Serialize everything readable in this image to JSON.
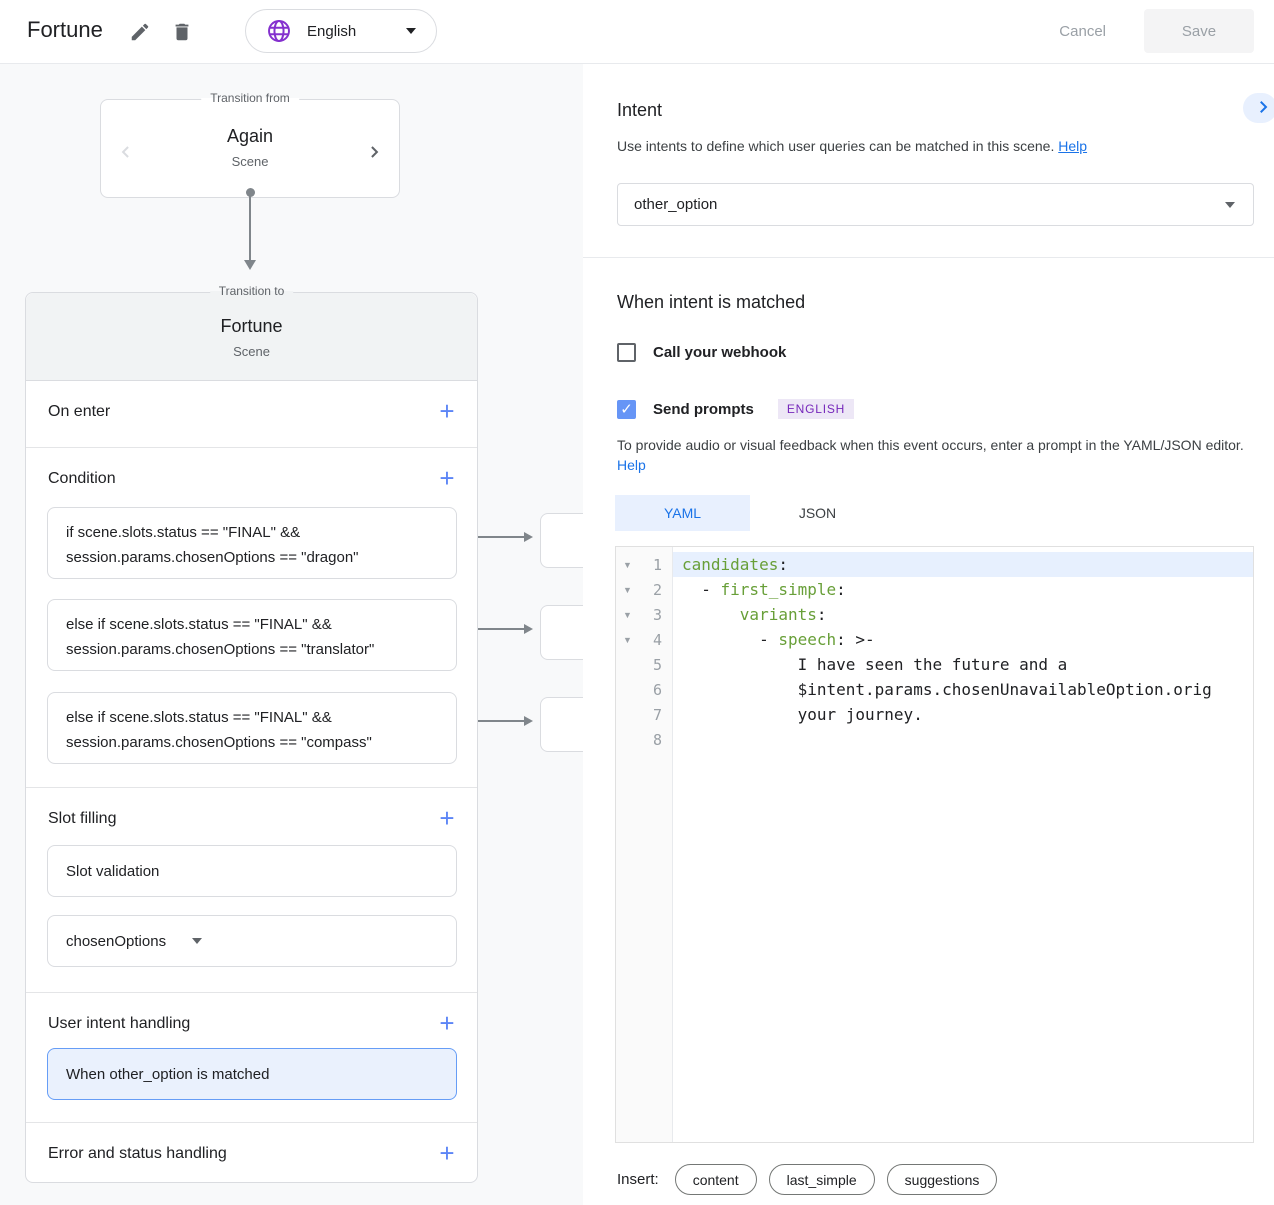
{
  "topbar": {
    "title": "Fortune",
    "language_label": "English",
    "cancel_label": "Cancel",
    "save_label": "Save"
  },
  "canvas": {
    "transition_from": {
      "legend": "Transition from",
      "name": "Again",
      "subtitle": "Scene"
    },
    "transition_to": {
      "legend": "Transition to",
      "name": "Fortune",
      "subtitle": "Scene"
    },
    "sections": {
      "on_enter": "On enter",
      "condition": "Condition",
      "slot_filling": "Slot filling",
      "user_intent": "User intent handling",
      "error_handling": "Error and status handling"
    },
    "conditions": [
      {
        "line1": "if scene.slots.status == \"FINAL\" &&",
        "line2": "session.params.chosenOptions == \"dragon\""
      },
      {
        "line1": "else if scene.slots.status == \"FINAL\" &&",
        "line2": "session.params.chosenOptions == \"translator\""
      },
      {
        "line1": "else if scene.slots.status == \"FINAL\" &&",
        "line2": "session.params.chosenOptions == \"compass\""
      }
    ],
    "slot_validation_label": "Slot validation",
    "slot_param": "chosenOptions",
    "intent_handler_label": "When other_option is matched"
  },
  "panel": {
    "intent": {
      "title": "Intent",
      "description": "Use intents to define which user queries can be matched in this scene.",
      "help_label": "Help",
      "selected_intent": "other_option"
    },
    "matched": {
      "title": "When intent is matched",
      "webhook_label": "Call your webhook",
      "send_prompts_label": "Send prompts",
      "language_badge": "ENGLISH",
      "description": "To provide audio or visual feedback when this event occurs, enter a prompt in the YAML/JSON editor.",
      "help_label": "Help"
    },
    "editor": {
      "yaml_tab": "YAML",
      "json_tab": "JSON",
      "lines": [
        {
          "num": "1",
          "pre": "",
          "key": "candidates",
          "post": ":"
        },
        {
          "num": "2",
          "pre": "  - ",
          "key": "first_simple",
          "post": ":"
        },
        {
          "num": "3",
          "pre": "      ",
          "key": "variants",
          "post": ":"
        },
        {
          "num": "4",
          "pre": "        - ",
          "key": "speech",
          "post": ": >-"
        },
        {
          "num": "5",
          "pre": "            I have seen the future and a",
          "key": "",
          "post": ""
        },
        {
          "num": "6",
          "pre": "            $intent.params.chosenUnavailableOption.orig",
          "key": "",
          "post": ""
        },
        {
          "num": "7",
          "pre": "            your journey.",
          "key": "",
          "post": ""
        },
        {
          "num": "8",
          "pre": "",
          "key": "",
          "post": ""
        }
      ]
    },
    "insert": {
      "label": "Insert:",
      "chips": [
        "content",
        "last_simple",
        "suggestions"
      ]
    }
  },
  "icons": {
    "plus": "+",
    "check": "✓",
    "fold": "▼"
  },
  "colors": {
    "accent_blue": "#1a73e8",
    "checkbox_blue": "#6695f6",
    "yaml_key_green": "#689f38",
    "badge_purple": "#7627bb",
    "globe_purple": "#8430ce",
    "highlight_blue": "#e8f0fe",
    "canvas_bg": "#f8f9fa",
    "connector_gray": "#80868b"
  }
}
